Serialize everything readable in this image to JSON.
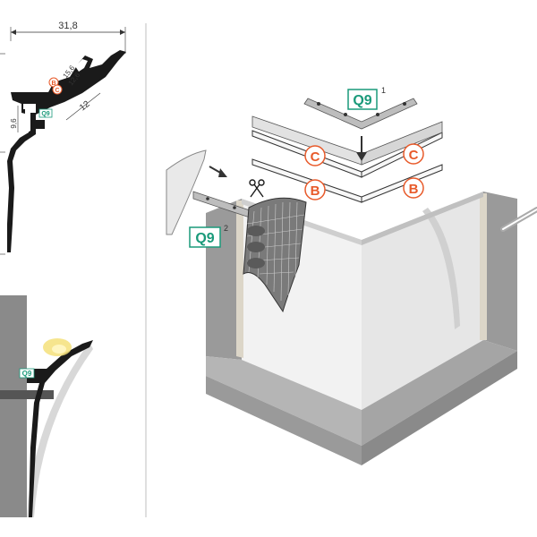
{
  "colors": {
    "accent_green": "#1a9a7a",
    "accent_orange": "#e85a2a",
    "wall_dark": "#8a8a8a",
    "wall_mid": "#b7b7b7",
    "wall_light": "#eeeeee",
    "profile": "#1a1a1a",
    "led_glow": "#f5e07a"
  },
  "dimensions": {
    "width": "31,8",
    "b_size": "15,6",
    "c_size": "12,6",
    "height": "9,6",
    "depth": "12"
  },
  "labels": {
    "q9": "Q9",
    "b": "B",
    "c": "C",
    "step1": "1",
    "step2": "2"
  },
  "icons": {
    "cut": "scissors-icon",
    "insert_arrow": "arrow-right-icon",
    "down_arrow": "arrow-down-icon"
  }
}
